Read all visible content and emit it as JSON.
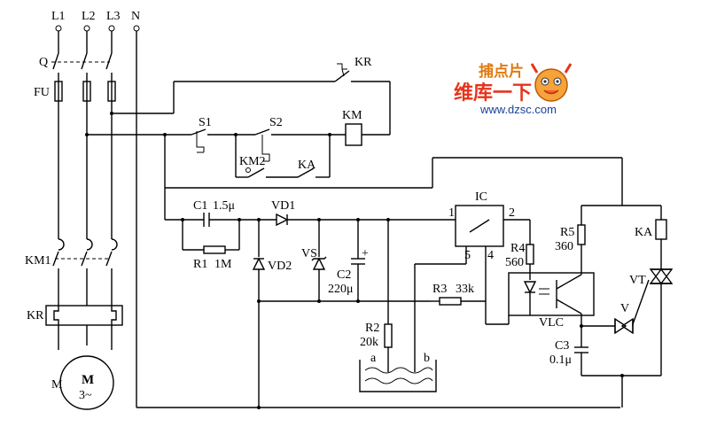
{
  "diagram": {
    "components": {
      "L1": "L1",
      "L2": "L2",
      "L3": "L3",
      "N": "N",
      "Q": "Q",
      "FU": "FU",
      "KM1": "KM1",
      "KR": "KR",
      "M": "M",
      "M3": "M",
      "M3sub": "3~",
      "KR_contact": "KR",
      "S1": "S1",
      "S2": "S2",
      "KM_coil": "KM",
      "KM2": "KM2",
      "KA_contact": "KA",
      "C1": "C1",
      "C1_val": "1.5μ",
      "VD1": "VD1",
      "R1": "R1",
      "R1_val": "1M",
      "VD2": "VD2",
      "VS": "VS",
      "C2": "C2",
      "C2_val": "220μ",
      "C2_plus": "+",
      "IC": "IC",
      "IC_pin1": "1",
      "IC_pin2": "2",
      "IC_pin5": "5",
      "IC_pin4": "4",
      "R4": "R4",
      "R4_val": "560",
      "R3": "R3",
      "R3_val": "33k",
      "R2": "R2",
      "R2_val": "20k",
      "probe_a": "a",
      "probe_b": "b",
      "R5": "R5",
      "R5_val": "360",
      "KA_coil": "KA",
      "VT": "VT",
      "VLC": "VLC",
      "V": "V",
      "C3": "C3",
      "C3_val": "0.1μ"
    },
    "watermark": {
      "text_top": "捕点片",
      "text_mid": "维库一下",
      "url": "www.dzsc.com"
    }
  }
}
